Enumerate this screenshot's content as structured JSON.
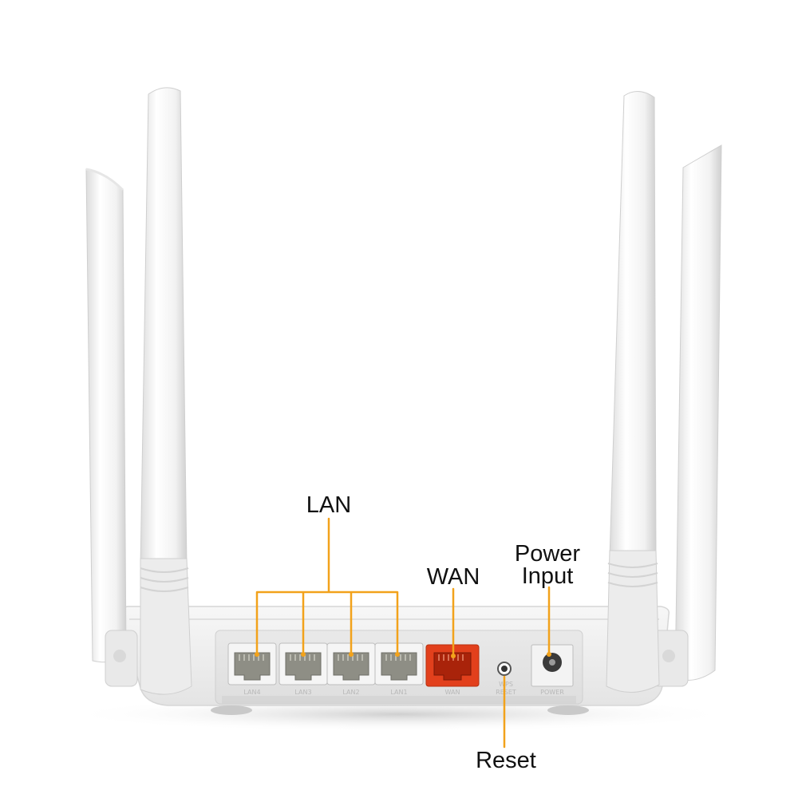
{
  "callouts": {
    "lan": "LAN",
    "wan": "WAN",
    "power": [
      "Power",
      "Input"
    ],
    "reset": "Reset"
  },
  "port_labels": {
    "lan4": "LAN4",
    "lan3": "LAN3",
    "lan2": "LAN2",
    "lan1": "LAN1",
    "wan": "WAN",
    "reset": [
      "WPS",
      "RESET"
    ],
    "power": "POWER"
  },
  "colors": {
    "callout_line": "#f2a21b",
    "wan_port": "#e2401c",
    "router_body": "#f1f1f1",
    "background": "#ffffff"
  }
}
